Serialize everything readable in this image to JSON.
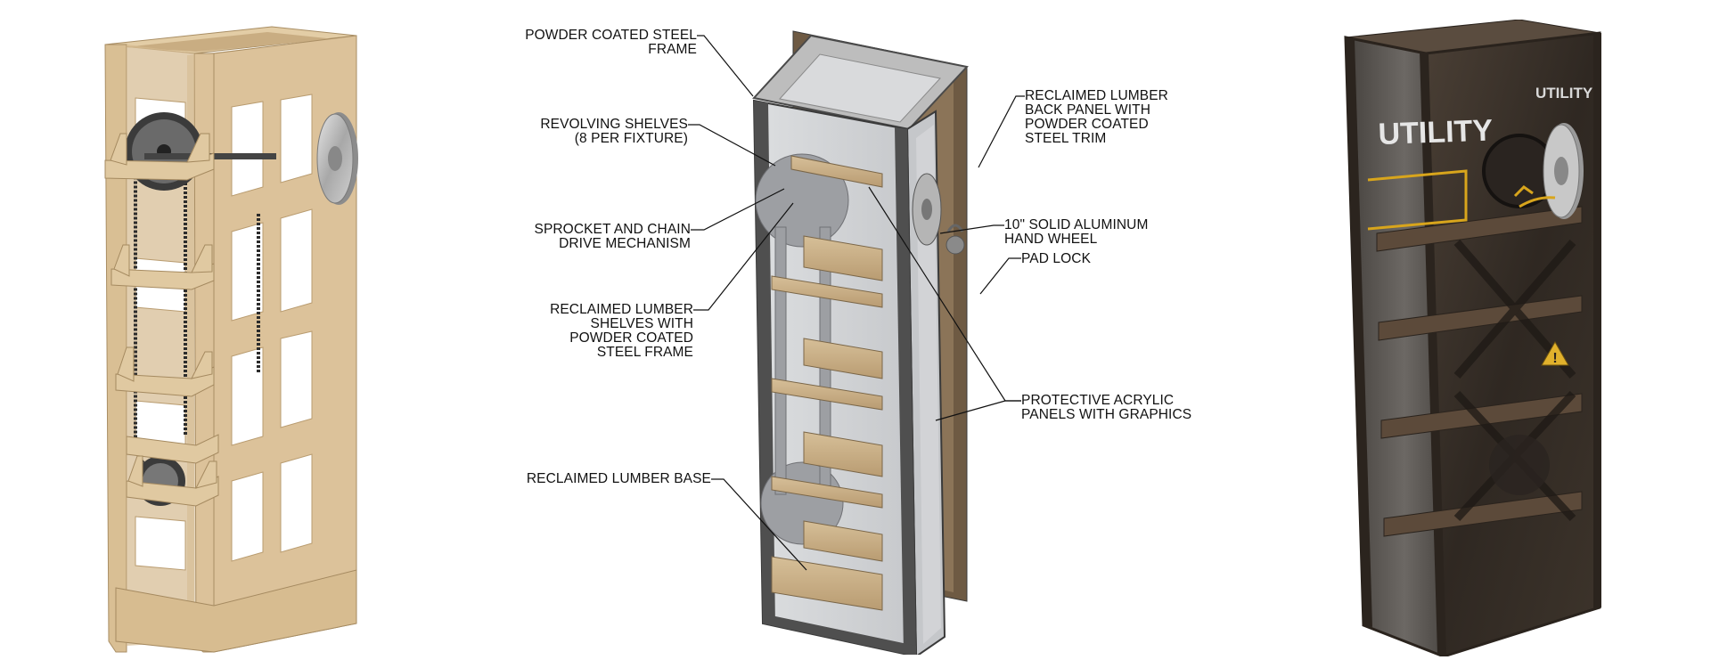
{
  "callouts": {
    "powder_frame": [
      "POWDER COATED STEEL",
      "FRAME"
    ],
    "revolving_shelves": [
      "REVOLVING SHELVES",
      "(8 PER FIXTURE)"
    ],
    "sprocket_chain": [
      "SPROCKET AND CHAIN",
      "DRIVE MECHANISM"
    ],
    "lumber_shelves": [
      "RECLAIMED LUMBER",
      "SHELVES WITH",
      "POWDER COATED",
      "STEEL FRAME"
    ],
    "lumber_base": [
      "RECLAIMED LUMBER BASE"
    ],
    "back_panel": [
      "RECLAIMED LUMBER",
      "BACK PANEL WITH",
      "POWDER COATED",
      "STEEL TRIM"
    ],
    "hand_wheel": [
      "10\" SOLID ALUMINUM",
      "HAND WHEEL"
    ],
    "pad_lock": [
      "PAD LOCK"
    ],
    "acrylic_panels": [
      "PROTECTIVE ACRYLIC",
      "PANELS WITH GRAPHICS"
    ]
  },
  "graphics": {
    "panel_label_front": "UTILITY",
    "panel_label_side": "UTILITY",
    "warning_symbol": "!"
  },
  "colors": {
    "mdf": "#dcc29a",
    "mdf_dark": "#b99c70",
    "steel_frame": "#5a5a5a",
    "lumber": "#c9b08a",
    "acrylic": "#d7d9dc",
    "aluminum": "#b8b8b8",
    "rusted_dark": "#3a3128",
    "accent_yellow": "#d8a51c"
  }
}
